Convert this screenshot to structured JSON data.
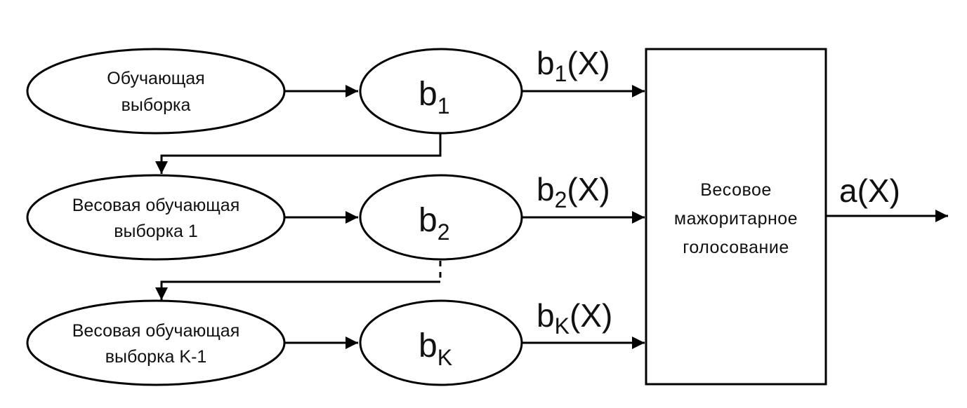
{
  "diagram": {
    "title": "",
    "sources": [
      {
        "id": "training-sample",
        "lines": [
          "Обучающая",
          "выборка"
        ]
      },
      {
        "id": "weighted-sample-1",
        "lines": [
          "Весовая обучающая",
          "выборка 1"
        ]
      },
      {
        "id": "weighted-sample-k-1",
        "lines": [
          "Весовая обучающая",
          "выборка K-1"
        ]
      }
    ],
    "learners": [
      {
        "id": "b1",
        "base": "b",
        "sub": "1"
      },
      {
        "id": "b2",
        "base": "b",
        "sub": "2"
      },
      {
        "id": "bk",
        "base": "b",
        "sub": "K"
      }
    ],
    "outputs": [
      {
        "base": "b",
        "sub": "1",
        "arg": "(X)"
      },
      {
        "base": "b",
        "sub": "2",
        "arg": "(X)"
      },
      {
        "base": "b",
        "sub": "K",
        "arg": "(X)"
      }
    ],
    "aggregator": {
      "lines": [
        "Весовое",
        "мажоритарное",
        "голосование"
      ]
    },
    "final_output": "a(X)",
    "edges": [
      {
        "from": "training-sample",
        "to": "b1"
      },
      {
        "from": "b1",
        "to": "weighted-sample-1"
      },
      {
        "from": "weighted-sample-1",
        "to": "b2"
      },
      {
        "from": "b2",
        "to": "weighted-sample-k-1",
        "style": "dashed"
      },
      {
        "from": "weighted-sample-k-1",
        "to": "bk"
      },
      {
        "from": "b1",
        "to": "aggregator",
        "label": "b1(X)"
      },
      {
        "from": "b2",
        "to": "aggregator",
        "label": "b2(X)"
      },
      {
        "from": "bk",
        "to": "aggregator",
        "label": "bK(X)"
      },
      {
        "from": "aggregator",
        "to": "output",
        "label": "a(X)"
      }
    ]
  }
}
